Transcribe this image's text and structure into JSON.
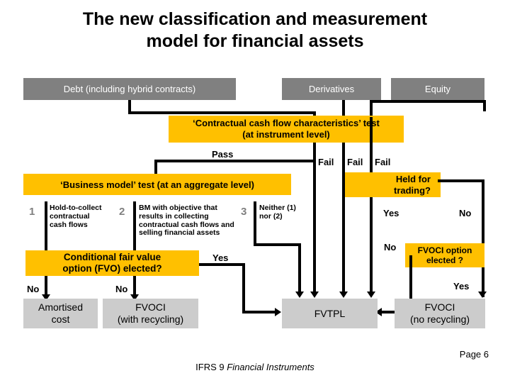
{
  "slide": {
    "title_line1": "The new classification and measurement",
    "title_line2": "model for financial assets"
  },
  "colors": {
    "header_gray": "#808080",
    "accent_yellow": "#FFC000",
    "terminal_gray": "#CCCCCC",
    "connector_black": "#000000",
    "number_gray": "#7F7F7F"
  },
  "header_boxes": [
    {
      "label": "Debt (including hybrid contracts)"
    },
    {
      "label": "Derivatives"
    },
    {
      "label": "Equity"
    }
  ],
  "tests": {
    "contractual": {
      "line1": "‘Contractual cash flow characteristics’ test",
      "line2": "(at instrument level)"
    },
    "business_model": {
      "label": "‘Business model’ test (at an aggregate level)"
    },
    "held_for_trading": {
      "line1": "Held for",
      "line2": "trading?"
    },
    "conditional_fvo": {
      "line1": "Conditional fair value",
      "line2": "option (FVO) elected?"
    },
    "fvoci_option": {
      "line1": "FVOCI option",
      "line2": "elected ?"
    }
  },
  "business_model_options": [
    {
      "number": "1",
      "lines": [
        "Hold-to-collect",
        "contractual",
        "cash flows"
      ]
    },
    {
      "number": "2",
      "lines": [
        "BM with objective that",
        "results in collecting",
        "contractual cash flows and",
        "selling financial assets"
      ]
    },
    {
      "number": "3",
      "lines": [
        "Neither (1)",
        "nor  (2)"
      ]
    }
  ],
  "edge_labels": {
    "pass": "Pass",
    "fail_1": "Fail",
    "fail_2": "Fail",
    "fail_3": "Fail",
    "hft_yes": "Yes",
    "hft_no": "No",
    "fvoci_opt_no": "No",
    "fvoci_opt_yes": "Yes",
    "fvo_yes": "Yes",
    "fvo_no_left": "No",
    "fvo_no_right": "No"
  },
  "outcome_boxes": {
    "amortised_cost": {
      "line1": "Amortised",
      "line2": "cost"
    },
    "fvoci_recycling": {
      "line1": "FVOCI",
      "line2": "(with recycling)"
    },
    "fvtpl": {
      "line1": "FVTPL",
      "line2": ""
    },
    "fvoci_no_recycling": {
      "line1": "FVOCI",
      "line2": "(no recycling)"
    }
  },
  "footer": {
    "standard": "IFRS 9 ",
    "standard_italic": "Financial Instruments",
    "page": "Page 6"
  }
}
